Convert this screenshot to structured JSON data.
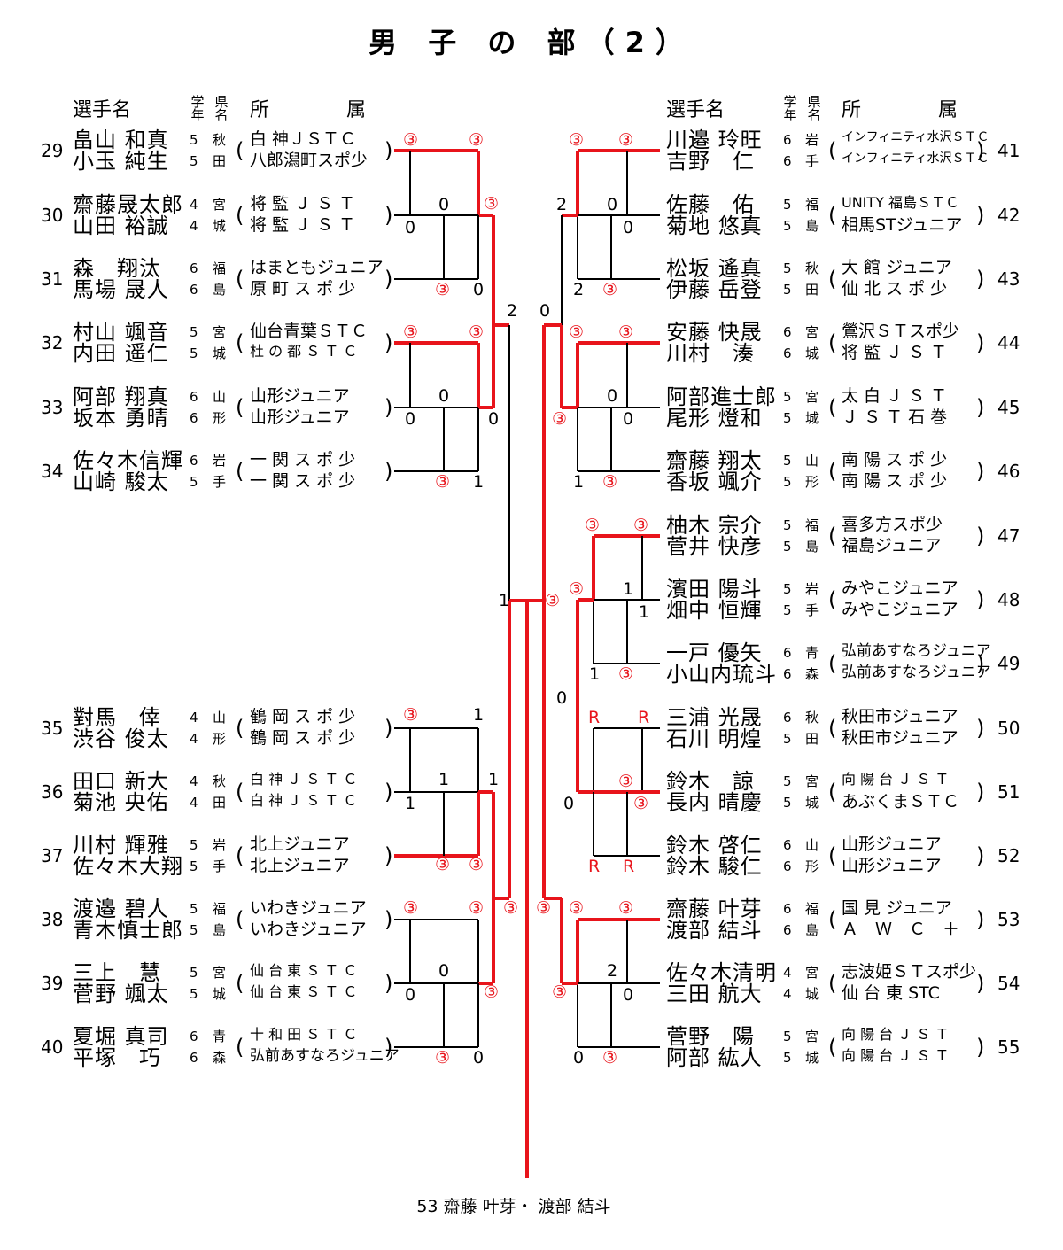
{
  "title": "男 子 の 部（2）",
  "headers": {
    "name": "選手名",
    "grade": "学年",
    "pref": "県名",
    "aff": "所 属"
  },
  "left_entries": [
    {
      "no": "29",
      "p1": "畠山 和真",
      "p2": "小玉 純生",
      "g1": "5",
      "g2": "5",
      "pref1": "秋",
      "pref2": "田",
      "a1": "白 神ＪＳＴＣ",
      "a2": "八郎潟町スポ少"
    },
    {
      "no": "30",
      "p1": "齋藤晟太郎",
      "p2": "山田 裕誠",
      "g1": "4",
      "g2": "4",
      "pref1": "宮",
      "pref2": "城",
      "a1": "将 監 Ｊ Ｓ Ｔ",
      "a2": "将 監 Ｊ Ｓ Ｔ"
    },
    {
      "no": "31",
      "p1": "森　翔汰",
      "p2": "馬場 晟人",
      "g1": "6",
      "g2": "6",
      "pref1": "福",
      "pref2": "島",
      "a1": "はまともジュニア",
      "a2": "原 町 ス ポ 少"
    },
    {
      "no": "32",
      "p1": "村山 颯音",
      "p2": "内田 遥仁",
      "g1": "5",
      "g2": "5",
      "pref1": "宮",
      "pref2": "城",
      "a1": "仙台青葉ＳＴＣ",
      "a2": "杜 の 都 Ｓ Ｔ Ｃ"
    },
    {
      "no": "33",
      "p1": "阿部 翔真",
      "p2": "坂本 勇晴",
      "g1": "6",
      "g2": "6",
      "pref1": "山",
      "pref2": "形",
      "a1": "山形ジュニア",
      "a2": "山形ジュニア"
    },
    {
      "no": "34",
      "p1": "佐々木信輝",
      "p2": "山崎 駿太",
      "g1": "6",
      "g2": "5",
      "pref1": "岩",
      "pref2": "手",
      "a1": "一 関 ス ポ 少",
      "a2": "一 関 ス ポ 少"
    },
    {
      "no": "35",
      "p1": "對馬　倖",
      "p2": "渋谷 俊太",
      "g1": "4",
      "g2": "4",
      "pref1": "山",
      "pref2": "形",
      "a1": "鶴 岡 ス ポ 少",
      "a2": "鶴 岡 ス ポ 少"
    },
    {
      "no": "36",
      "p1": "田口 新大",
      "p2": "菊池 央佑",
      "g1": "4",
      "g2": "4",
      "pref1": "秋",
      "pref2": "田",
      "a1": "白 神 Ｊ Ｓ Ｔ Ｃ",
      "a2": "白 神 Ｊ Ｓ Ｔ Ｃ"
    },
    {
      "no": "37",
      "p1": "川村 輝雅",
      "p2": "佐々木大翔",
      "g1": "5",
      "g2": "5",
      "pref1": "岩",
      "pref2": "手",
      "a1": "北上ジュニア",
      "a2": "北上ジュニア"
    },
    {
      "no": "38",
      "p1": "渡邉 碧人",
      "p2": "青木慎士郎",
      "g1": "5",
      "g2": "5",
      "pref1": "福",
      "pref2": "島",
      "a1": "いわきジュニア",
      "a2": "いわきジュニア"
    },
    {
      "no": "39",
      "p1": "三上　慧",
      "p2": "菅野 颯太",
      "g1": "5",
      "g2": "5",
      "pref1": "宮",
      "pref2": "城",
      "a1": "仙 台 東 Ｓ Ｔ Ｃ",
      "a2": "仙 台 東 Ｓ Ｔ Ｃ"
    },
    {
      "no": "40",
      "p1": "夏堀 真司",
      "p2": "平塚　巧",
      "g1": "6",
      "g2": "6",
      "pref1": "青",
      "pref2": "森",
      "a1": "十 和 田 Ｓ Ｔ Ｃ",
      "a2": "弘前あすなろジュニア"
    }
  ],
  "right_entries": [
    {
      "no": "41",
      "p1": "川邉 玲旺",
      "p2": "吉野　仁",
      "g1": "6",
      "g2": "6",
      "pref1": "岩",
      "pref2": "手",
      "a1": "インフィニティ水沢ＳＴＣ",
      "a2": "インフィニティ水沢ＳＴＣ"
    },
    {
      "no": "42",
      "p1": "佐藤　佑",
      "p2": "菊地 悠真",
      "g1": "5",
      "g2": "5",
      "pref1": "福",
      "pref2": "島",
      "a1": "UNITY 福島ＳＴＣ",
      "a2": "相馬STジュニア"
    },
    {
      "no": "43",
      "p1": "松坂 遙真",
      "p2": "伊藤 岳登",
      "g1": "5",
      "g2": "5",
      "pref1": "秋",
      "pref2": "田",
      "a1": "大 館 ジュニア",
      "a2": "仙 北 ス ポ 少"
    },
    {
      "no": "44",
      "p1": "安藤 快晟",
      "p2": "川村　湊",
      "g1": "6",
      "g2": "6",
      "pref1": "宮",
      "pref2": "城",
      "a1": "鶯沢ＳＴスポ少",
      "a2": "将 監 Ｊ Ｓ Ｔ"
    },
    {
      "no": "45",
      "p1": "阿部進士郎",
      "p2": "尾形 燈和",
      "g1": "5",
      "g2": "5",
      "pref1": "宮",
      "pref2": "城",
      "a1": "太 白 Ｊ Ｓ Ｔ",
      "a2": "Ｊ Ｓ Ｔ 石 巻"
    },
    {
      "no": "46",
      "p1": "齋藤 翔太",
      "p2": "香坂 颯介",
      "g1": "5",
      "g2": "5",
      "pref1": "山",
      "pref2": "形",
      "a1": "南 陽 ス ポ 少",
      "a2": "南 陽 ス ポ 少"
    },
    {
      "no": "47",
      "p1": "柚木 宗介",
      "p2": "菅井 快彦",
      "g1": "5",
      "g2": "5",
      "pref1": "福",
      "pref2": "島",
      "a1": "喜多方スポ少",
      "a2": "福島ジュニア"
    },
    {
      "no": "48",
      "p1": "濱田 陽斗",
      "p2": "畑中 恒輝",
      "g1": "5",
      "g2": "5",
      "pref1": "岩",
      "pref2": "手",
      "a1": "みやこジュニア",
      "a2": "みやこジュニア"
    },
    {
      "no": "49",
      "p1": "一戸 優矢",
      "p2": "小山内琉斗",
      "g1": "6",
      "g2": "6",
      "pref1": "青",
      "pref2": "森",
      "a1": "弘前あすなろジュニア",
      "a2": "弘前あすなろジュニア"
    },
    {
      "no": "50",
      "p1": "三浦 光晟",
      "p2": "石川 明煌",
      "g1": "6",
      "g2": "5",
      "pref1": "秋",
      "pref2": "田",
      "a1": "秋田市ジュニア",
      "a2": "秋田市ジュニア"
    },
    {
      "no": "51",
      "p1": "鈴木　諒",
      "p2": "長内 晴慶",
      "g1": "5",
      "g2": "5",
      "pref1": "宮",
      "pref2": "城",
      "a1": "向 陽 台 Ｊ Ｓ Ｔ",
      "a2": "あぶくまＳＴＣ"
    },
    {
      "no": "52",
      "p1": "鈴木 啓仁",
      "p2": "鈴木 駿仁",
      "g1": "6",
      "g2": "6",
      "pref1": "山",
      "pref2": "形",
      "a1": "山形ジュニア",
      "a2": "山形ジュニア"
    },
    {
      "no": "53",
      "p1": "齋藤 叶芽",
      "p2": "渡部 結斗",
      "g1": "6",
      "g2": "6",
      "pref1": "福",
      "pref2": "島",
      "a1": "国 見 ジュニア",
      "a2": "Ａ　Ｗ　Ｃ　＋"
    },
    {
      "no": "54",
      "p1": "佐々木清明",
      "p2": "三田 航大",
      "g1": "4",
      "g2": "4",
      "pref1": "宮",
      "pref2": "城",
      "a1": "志波姫ＳＴスポ少",
      "a2": "仙 台 東 STC"
    },
    {
      "no": "55",
      "p1": "菅野　陽",
      "p2": "阿部 紘人",
      "g1": "5",
      "g2": "5",
      "pref1": "宮",
      "pref2": "城",
      "a1": "向 陽 台 Ｊ Ｓ Ｔ",
      "a2": "向 陽 台 Ｊ Ｓ Ｔ"
    }
  ],
  "scores": {
    "L29a": "③",
    "L29b": "③",
    "L30a": "0",
    "L30b": "0",
    "L30c": "③",
    "L31a": "③",
    "L31b": "0",
    "L32a": "③",
    "L32b": "③",
    "L33a": "0",
    "L33b": "0",
    "L33c": "0",
    "L34a": "③",
    "L34b": "1",
    "LSF1": "2",
    "LF": "1",
    "L35a": "③",
    "L35b": "1",
    "L36a": "1",
    "L36b": "1",
    "L36c": "1",
    "L37a": "③",
    "L37b": "③",
    "L38a": "③",
    "L38b": "③",
    "L38c": "③",
    "L39a": "0",
    "L39b": "0",
    "L39c": "③",
    "L40a": "③",
    "L40b": "0",
    "R41a": "③",
    "R41b": "③",
    "R42a": "0",
    "R42b": "0",
    "R42c": "2",
    "R43a": "2",
    "R43b": "③",
    "RSF1": "0",
    "R44a": "③",
    "R44b": "③",
    "R45a": "0",
    "R45b": "0",
    "R45c": "③",
    "R46a": "1",
    "R46b": "③",
    "R47a": "③",
    "R47b": "③",
    "R48a": "1",
    "R48b": "1",
    "R48c": "③",
    "R49a": "1",
    "R49b": "③",
    "RF": "③",
    "R50a": "R",
    "R50b": "R",
    "R51a": "③",
    "R51b": "③",
    "R51c": "0",
    "R52a": "R",
    "R52b": "R",
    "RQ2": "0",
    "R53a": "③",
    "R53b": "③",
    "R53c": "③",
    "R54a": "2",
    "R54b": "0",
    "R54c": "③",
    "R55a": "0",
    "R55b": "③",
    "RSF2": "③"
  },
  "champion_line": "53 齋藤 叶芽・ 渡部 結斗",
  "colors": {
    "win": "#e8141b",
    "line": "#000000"
  }
}
